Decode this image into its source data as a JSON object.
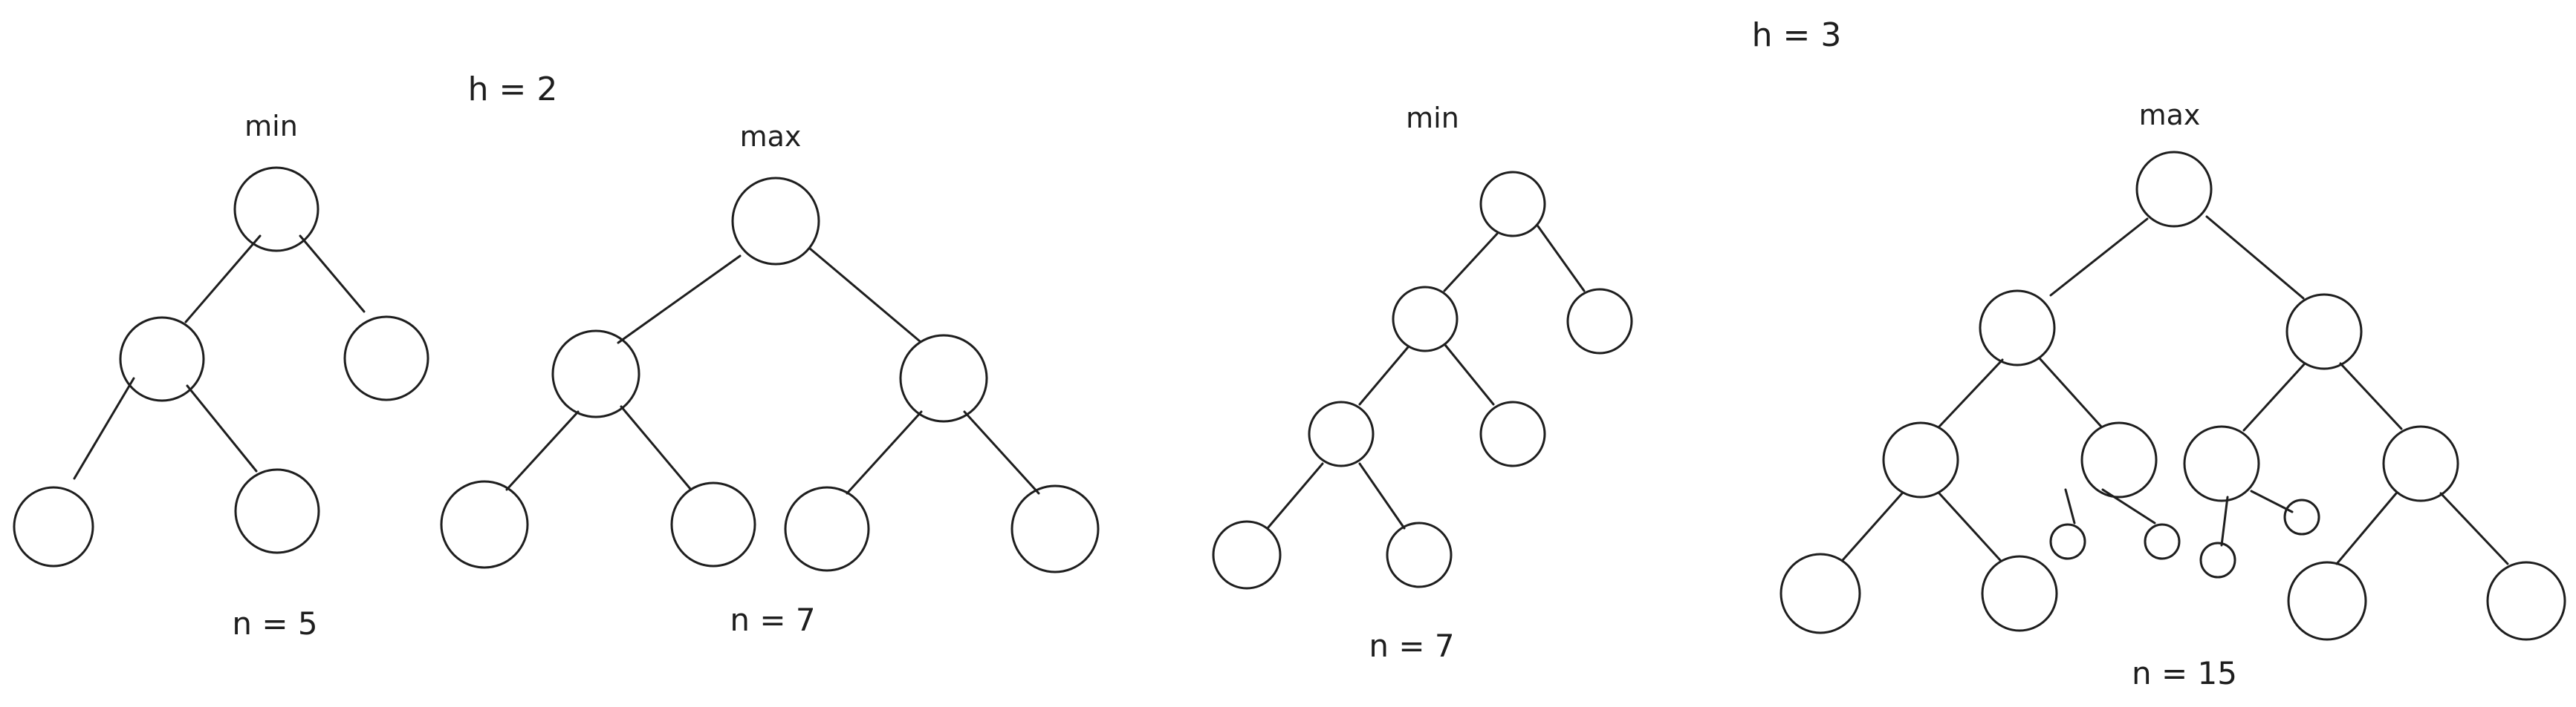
{
  "groups": [
    {
      "height_label": "h = 2",
      "trees": [
        {
          "kind_label": "min",
          "count_label": "n = 5"
        },
        {
          "kind_label": "max",
          "count_label": "n = 7"
        }
      ]
    },
    {
      "height_label": "h = 3",
      "trees": [
        {
          "kind_label": "min",
          "count_label": "n = 7"
        },
        {
          "kind_label": "max",
          "count_label": "n = 15"
        }
      ]
    }
  ],
  "colors": {
    "ink": "#1e1e1e",
    "background": "#ffffff"
  }
}
